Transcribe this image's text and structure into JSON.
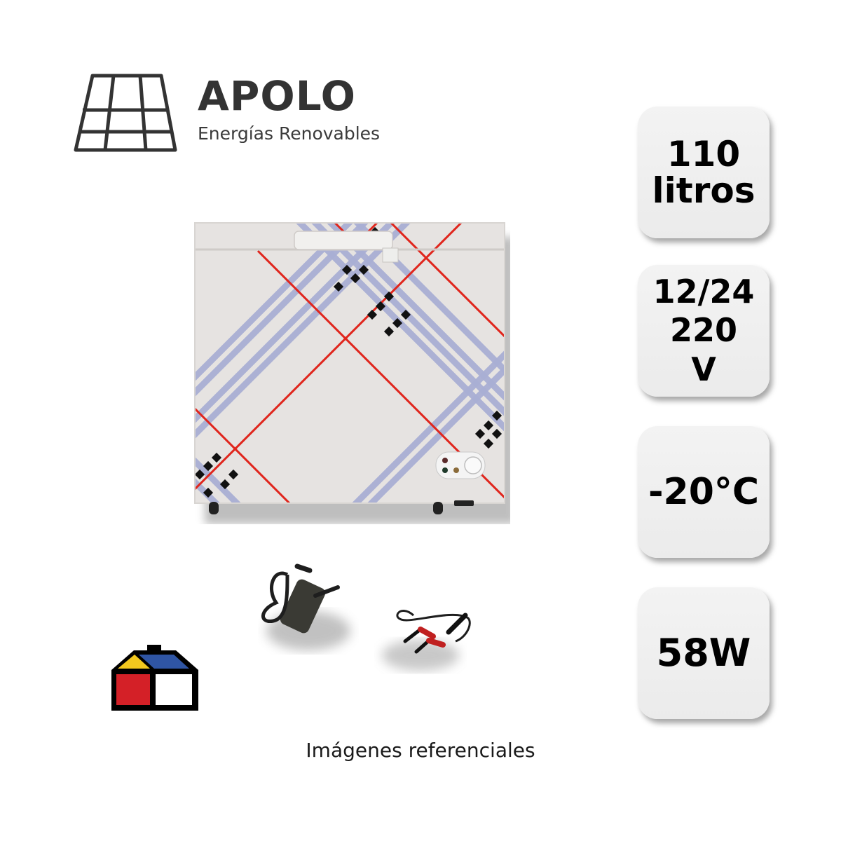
{
  "brand": {
    "name": "APOLO",
    "tagline": "Energías Renovables",
    "logo_icon": "solar-panel-icon",
    "color": "#333333"
  },
  "product": {
    "image": "chest-freezer-plaid",
    "accessories": [
      "power-adapter",
      "battery-clamp-cable"
    ]
  },
  "specs": [
    {
      "lines": [
        "110",
        "litros"
      ]
    },
    {
      "lines": [
        "12/24",
        "220",
        "V"
      ]
    },
    {
      "lines": [
        "-20°C"
      ]
    },
    {
      "lines": [
        "58W"
      ]
    }
  ],
  "store_logo": {
    "icon": "house-logo-icon",
    "colors": {
      "yellow": "#f2c81e",
      "blue": "#2f55a4",
      "red": "#d42027",
      "white": "#ffffff",
      "outline": "#000000"
    }
  },
  "caption": "Imágenes referenciales",
  "colors": {
    "spec_box_bg": "#efefef",
    "plaid_red": "#e0251c",
    "plaid_blue": "#a9afd4",
    "freezer_body": "#e6e3e1"
  }
}
